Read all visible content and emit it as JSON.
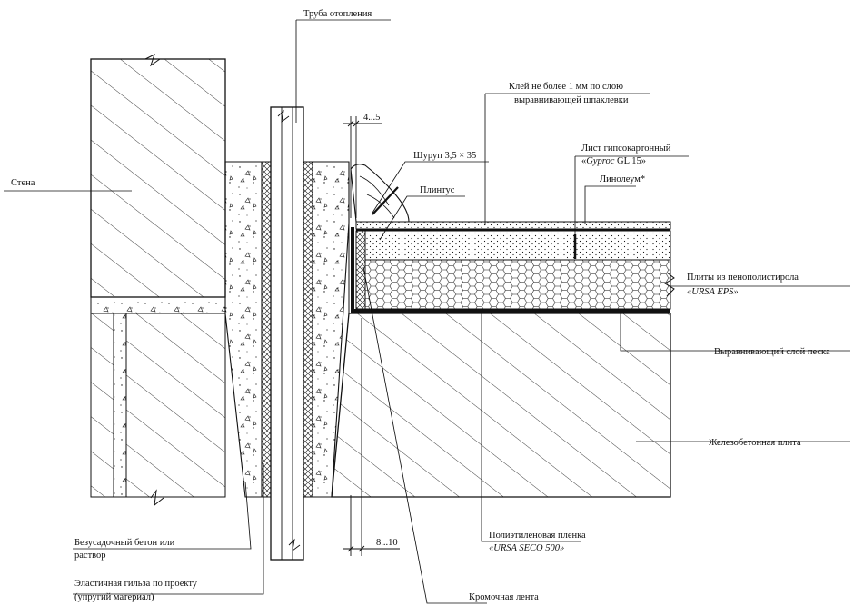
{
  "labels": {
    "heating_pipe": "Труба отопления",
    "gap_top": "4...5",
    "glue_line1": "Клей не более 1 мм по слою",
    "glue_line2": "выравнивающей шпаклевки",
    "screw": "Шуруп 3,5 × 35",
    "gypsum_line1": "Лист гипсокартонный",
    "gypsum_line2_prefix": "«",
    "gypsum_line2_brand": "Gyproc",
    "gypsum_line2_suffix": " GL 15»",
    "plinth": "Плинтус",
    "linoleum": "Линолеум*",
    "wall": "Стена",
    "eps_line1": "Плиты из пенополистирола",
    "eps_line2": "«URSA EPS»",
    "sand_layer": "Выравнивающий слой песка",
    "concrete_slab": "Железобетонная плита",
    "concrete_line1": "Безусадочный бетон или",
    "concrete_line2": "раствор",
    "sleeve_line1": "Эластичная гильза по проекту",
    "sleeve_line2": "(упругий материал)",
    "gap_bottom": "8...10",
    "pe_line1": "Полиэтиленовая пленка",
    "pe_line2": "«URSA SECO 500»",
    "edge_tape": "Кромочная лента"
  },
  "colors": {
    "line": "#111111",
    "background": "#ffffff"
  }
}
